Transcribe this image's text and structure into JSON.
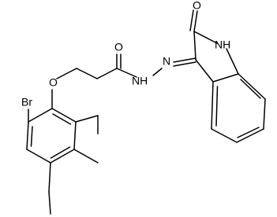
{
  "molecule": {
    "labels": {
      "bromine": "Br",
      "ether_oxygen": "O",
      "amide_oxygen": "O",
      "amide_nh": "NH",
      "imine_n": "N",
      "lactam_oxygen": "O",
      "indole_nh": "NH"
    }
  }
}
